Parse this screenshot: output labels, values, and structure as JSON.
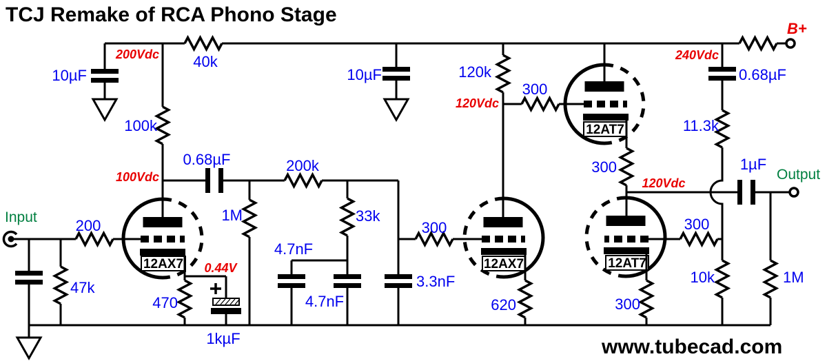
{
  "title": "TCJ Remake of RCA Phono Stage",
  "website": "www.tubecad.com",
  "colors": {
    "value": "#0000ee",
    "voltage": "#e80000",
    "io": "#007f40",
    "line": "#000000"
  },
  "terminals": {
    "input": "Input",
    "output": "Output",
    "b_plus": "B+"
  },
  "tubes": {
    "v1": "12AX7",
    "v2": "12AX7",
    "v3": "12AT7",
    "v4": "12AT7"
  },
  "values": {
    "psu_cap_left": "10µF",
    "psu_cap_mid": "10µF",
    "rail_res": "40k",
    "plate_res_v1": "100k",
    "coupling_cap": "0.68µF",
    "grid_leak": "1M",
    "riaa_series": "200k",
    "riaa_shunt": "33k",
    "riaa_cap_a": "4.7nF",
    "riaa_cap_b": "4.7nF",
    "riaa_cap_c": "3.3nF",
    "input_res": "200",
    "input_load": "47k",
    "cathode_res_v1": "470",
    "cathode_bypass": "1kµF",
    "grid_stop_v2": "300",
    "cathode_res_v2": "620",
    "plate_res_v2": "120k",
    "grid_stop_v3": "300",
    "cathode_res_v3": "300",
    "divider_cap": "0.68µF",
    "divider_res_top": "11.3k",
    "divider_res_bot": "10k",
    "grid_stop_v4": "300",
    "cathode_res_v4": "300",
    "output_cap": "1µF",
    "output_load": "1M"
  },
  "voltages": {
    "rail_left": "200Vdc",
    "plate_v1": "100Vdc",
    "plate_v2": "120Vdc",
    "rail_right": "240Vdc",
    "output_node": "120Vdc",
    "cathode_v1": "0.44V"
  }
}
